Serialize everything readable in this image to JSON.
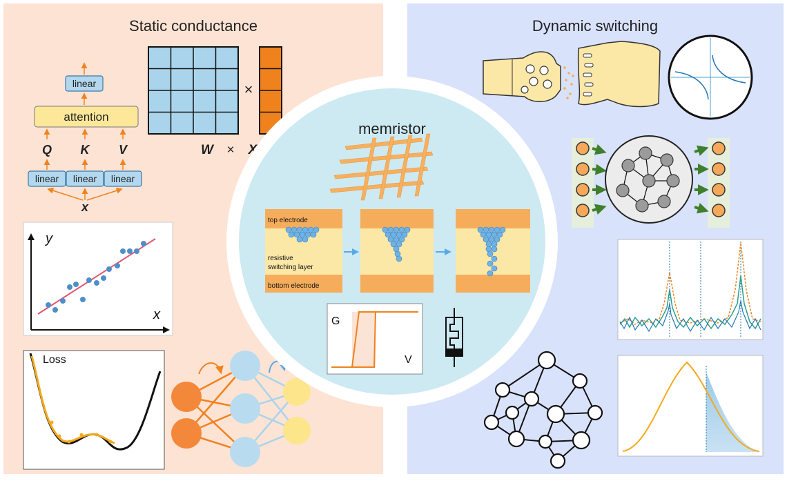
{
  "left_panel": {
    "title": "Static  conductance",
    "bg_color": "#fde3d4",
    "transformer": {
      "linear_top": "linear",
      "attention": "attention",
      "q": "Q",
      "k": "K",
      "v": "V",
      "linear_q": "linear",
      "linear_k": "linear",
      "linear_v": "linear",
      "input": "x"
    },
    "matmul": {
      "times": "×",
      "w": "W",
      "x": "X"
    },
    "regression": {
      "ylabel": "y",
      "xlabel": "x"
    },
    "loss": {
      "label": "Loss"
    }
  },
  "right_panel": {
    "title": "Dynamic switching",
    "bg_color": "#d9e2fb"
  },
  "center": {
    "title": "memristor",
    "labels": {
      "top_electrode": "top electrode",
      "switching_1": "resistive",
      "switching_2": "switching layer",
      "bottom_electrode": "bottom electrode"
    },
    "iv": {
      "g": "G",
      "v": "V"
    }
  },
  "colors": {
    "orange": "#f0821e",
    "blue_cell": "#aad4ec",
    "light_blue": "#b3d8ee",
    "electrode": "#f5ad5c",
    "switching": "#fbe7a6",
    "grey_node": "#9b9b9b",
    "arrow_green": "#3f7f2b"
  }
}
